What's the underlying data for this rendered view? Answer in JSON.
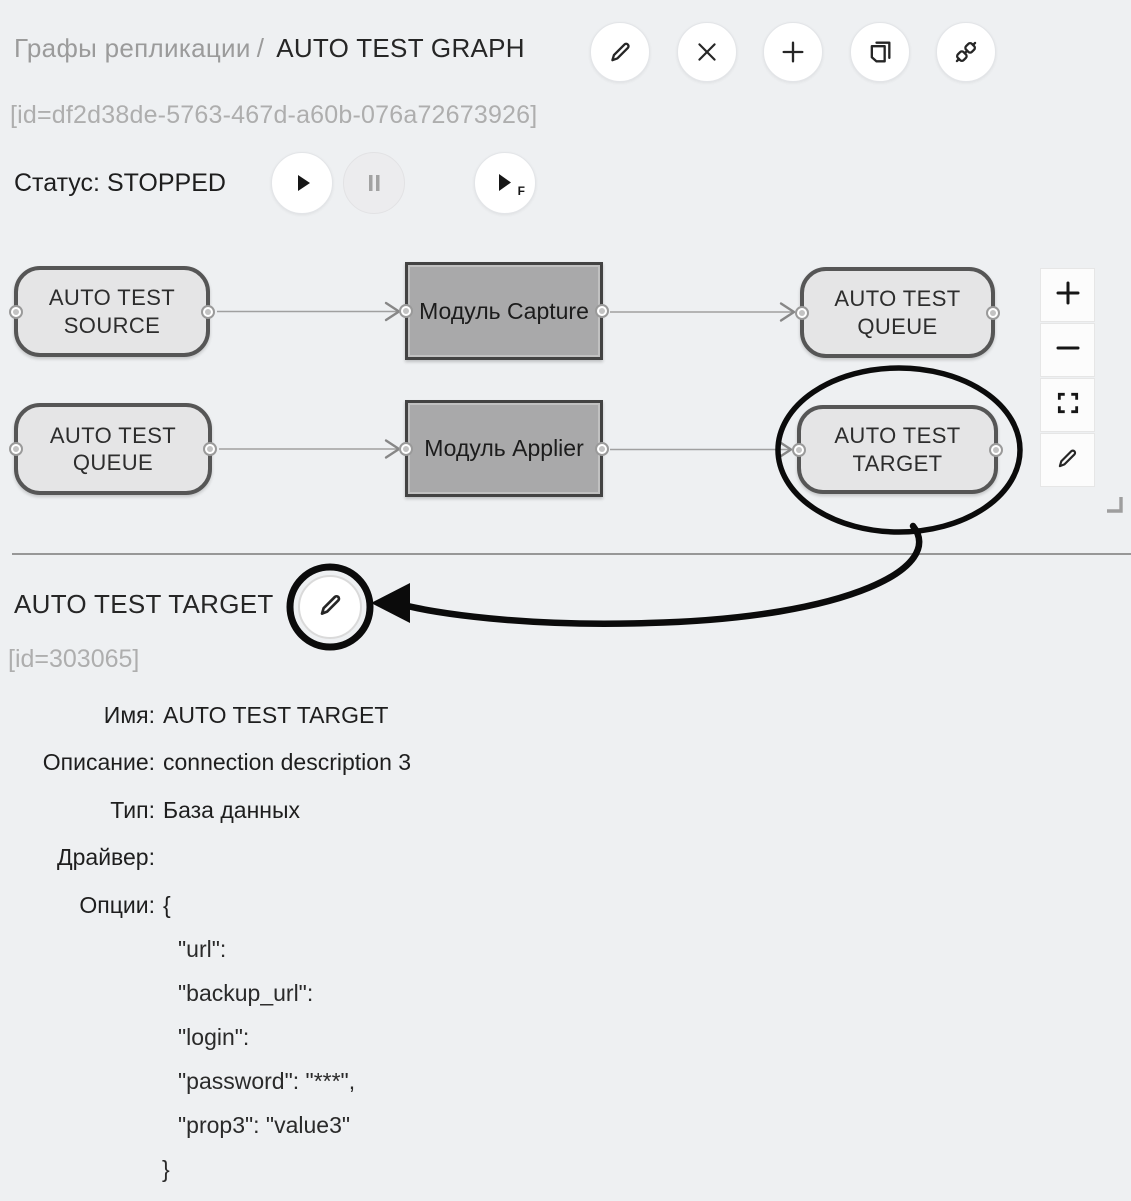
{
  "breadcrumb": {
    "section": "Графы репликации",
    "separator": "/",
    "current": "AUTO TEST GRAPH"
  },
  "toolbar": {
    "icons": [
      "pencil-icon",
      "close-icon",
      "plus-icon",
      "copy-icon",
      "plug-icon"
    ]
  },
  "graph_id": "[id=df2d38de-5763-467d-a60b-076a72673926]",
  "status": {
    "label": "Статус:",
    "value": "STOPPED",
    "force_marker": "F"
  },
  "diagram": {
    "nodes": [
      {
        "label": "AUTO TEST SOURCE",
        "type": "endpoint"
      },
      {
        "label": "Модуль Capture",
        "type": "module"
      },
      {
        "label": "AUTO TEST QUEUE",
        "type": "endpoint"
      },
      {
        "label": "AUTO TEST QUEUE",
        "type": "endpoint"
      },
      {
        "label": "Модуль Applier",
        "type": "module"
      },
      {
        "label": "AUTO TEST TARGET",
        "type": "endpoint",
        "highlighted": true
      }
    ],
    "zoom_controls": [
      "zoom-in",
      "zoom-out",
      "fit-screen",
      "edit"
    ]
  },
  "detail": {
    "title": "AUTO TEST TARGET",
    "id": "[id=303065]",
    "fields": [
      {
        "label": "Имя:",
        "value": "AUTO TEST TARGET"
      },
      {
        "label": "Описание:",
        "value": "connection description 3"
      },
      {
        "label": "Тип:",
        "value": "База данных"
      },
      {
        "label": "Драйвер:",
        "value": ""
      },
      {
        "label": "Опции:",
        "value": "{"
      }
    ],
    "options_lines": [
      "\"url\":",
      "\"backup_url\":",
      "\"login\":",
      "\"password\": \"***\",",
      "\"prop3\": \"value3\"",
      "}"
    ]
  },
  "colors": {
    "background": "#eef0f2",
    "annotation": "#0b0b0b",
    "node_fill": "#e5e5e6",
    "node_border": "#565656",
    "module_fill": "#a9a9aa",
    "muted_text": "#aeaeae",
    "edge": "#a0a0a0"
  }
}
